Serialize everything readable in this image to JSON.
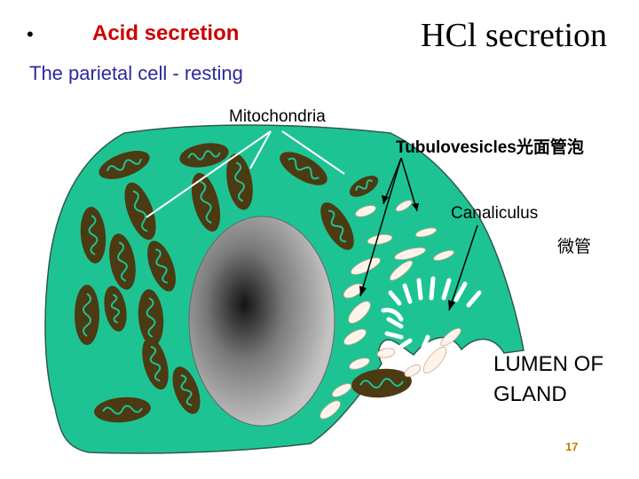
{
  "slide": {
    "bullet": "•",
    "subtitle": "Acid secretion",
    "title": "HCl secretion",
    "caption": "The parietal cell - resting",
    "page_number": "17"
  },
  "labels": {
    "mitochondria": "Mitochondria",
    "tubulovesicles": "Tubulovesicles光面管泡",
    "canaliculus": "Canaliculus",
    "canaliculus_cn": "微管",
    "lumen_line1": "LUMEN OF",
    "lumen_line2": "GLAND"
  },
  "colors": {
    "cytoplasm": "#1ec394",
    "mitochondria": "#4c3a12",
    "vesicle": "#fff4ec",
    "subtitle": "#cc0000",
    "caption": "#2a2a9e",
    "page_number": "#cc7a00"
  }
}
